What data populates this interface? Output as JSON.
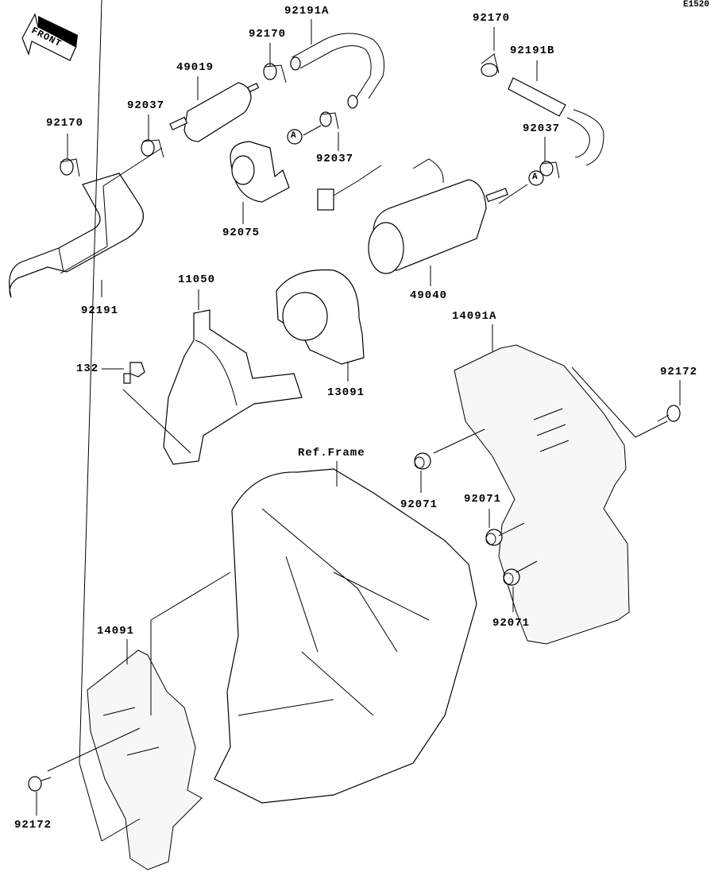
{
  "diagram": {
    "code": "E1520",
    "front_arrow": "FRONT",
    "reference_marker": "A",
    "parts": [
      {
        "id": "92191A",
        "label": "92191A"
      },
      {
        "id": "92170_top",
        "label": "92170"
      },
      {
        "id": "49019",
        "label": "49019"
      },
      {
        "id": "92037_left",
        "label": "92037"
      },
      {
        "id": "92170_left",
        "label": "92170"
      },
      {
        "id": "92037_mid",
        "label": "92037"
      },
      {
        "id": "92075",
        "label": "92075"
      },
      {
        "id": "92191",
        "label": "92191"
      },
      {
        "id": "92170_right",
        "label": "92170"
      },
      {
        "id": "92191B",
        "label": "92191B"
      },
      {
        "id": "92037_right",
        "label": "92037"
      },
      {
        "id": "49040",
        "label": "49040"
      },
      {
        "id": "11050",
        "label": "11050"
      },
      {
        "id": "13091",
        "label": "13091"
      },
      {
        "id": "132",
        "label": "132"
      },
      {
        "id": "14091A",
        "label": "14091A"
      },
      {
        "id": "92172_right",
        "label": "92172"
      },
      {
        "id": "ref_frame",
        "label": "Ref.Frame"
      },
      {
        "id": "92071_a",
        "label": "92071"
      },
      {
        "id": "92071_b",
        "label": "92071"
      },
      {
        "id": "92071_c",
        "label": "92071"
      },
      {
        "id": "14091",
        "label": "14091"
      },
      {
        "id": "92172_left",
        "label": "92172"
      }
    ]
  }
}
